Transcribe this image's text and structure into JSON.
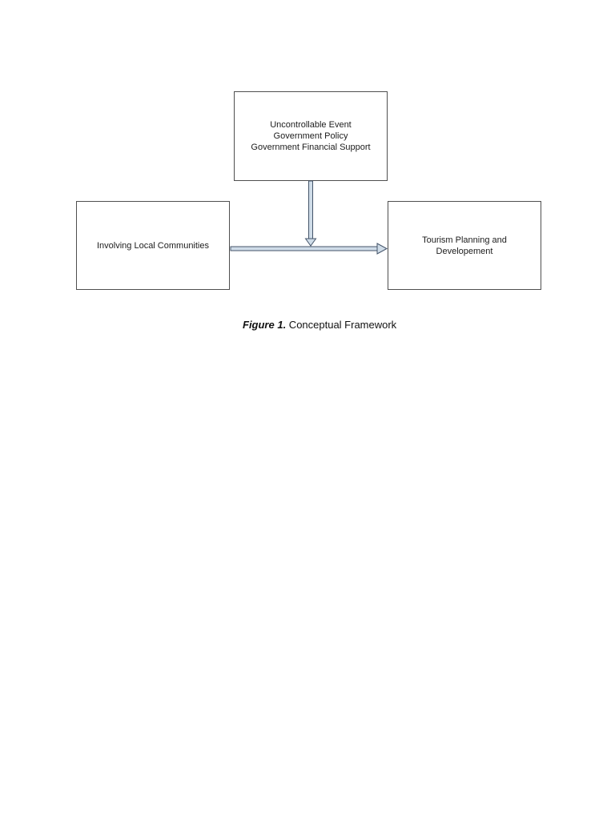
{
  "page": {
    "background": "#ffffff"
  },
  "diagram": {
    "nodes": {
      "top": {
        "lines": {
          "0": "Uncontrollable Event",
          "1": "Government Policy",
          "2": "Government Financial Support"
        }
      },
      "left": {
        "label": "Involving Local Communities"
      },
      "right": {
        "label": "Tourism Planning and Developement"
      }
    },
    "arrows": {
      "down_arrow": {
        "from": "top",
        "to": "junction",
        "direction": "down"
      },
      "right_arrow": {
        "from": "left",
        "to": "right",
        "direction": "right"
      }
    },
    "colors": {
      "box_border": "#4f4f4f",
      "arrow_fill": "#cfdce8",
      "arrow_outline": "#44546a",
      "text": "#1c1c1c",
      "background": "#ffffff"
    }
  },
  "caption": {
    "label": "Figure 1.",
    "title": " Conceptual Framework"
  }
}
